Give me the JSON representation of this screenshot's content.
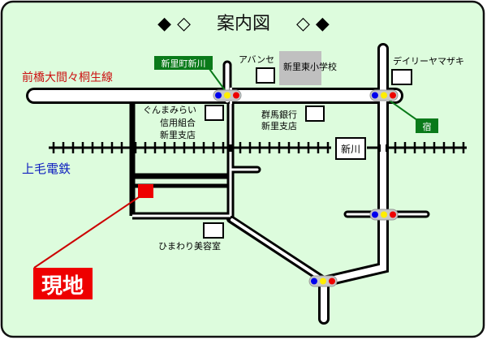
{
  "title": {
    "text": "案内図",
    "left_ornament": "◆ ◇",
    "right_ornament": "◇ ◆"
  },
  "colors": {
    "background": "#ddfcdd",
    "border": "#111111",
    "road_fill": "#ffffff",
    "road_edge": "#000000",
    "accent_red": "#ee0000",
    "label_green": "#0a7a1a",
    "rail_blue": "#1020c0",
    "highway_red": "#cc1111",
    "school_gray": "#c0c0c0",
    "signal_blue": "#0000ee",
    "signal_yellow": "#ffee00",
    "signal_red": "#ee0000"
  },
  "roads": {
    "main_road_label": "前橋大間々桐生線"
  },
  "railway": {
    "line_label": "上毛電鉄",
    "station_label": "新川"
  },
  "intersections": {
    "west": "新里町新川",
    "east": "宿"
  },
  "landmarks": {
    "avanse": "アバンセ",
    "school": "新里東小学校",
    "daily_yamazaki": "デイリーヤマザキ",
    "gunma_mirai_line1": "ぐんまみらい",
    "gunma_mirai_line2": "信用組合",
    "gunma_mirai_line3": "新里支店",
    "gunma_bank_line1": "群馬銀行",
    "gunma_bank_line2": "新里支店",
    "himawari": "ひまわり美容室"
  },
  "site": {
    "label": "現地"
  }
}
